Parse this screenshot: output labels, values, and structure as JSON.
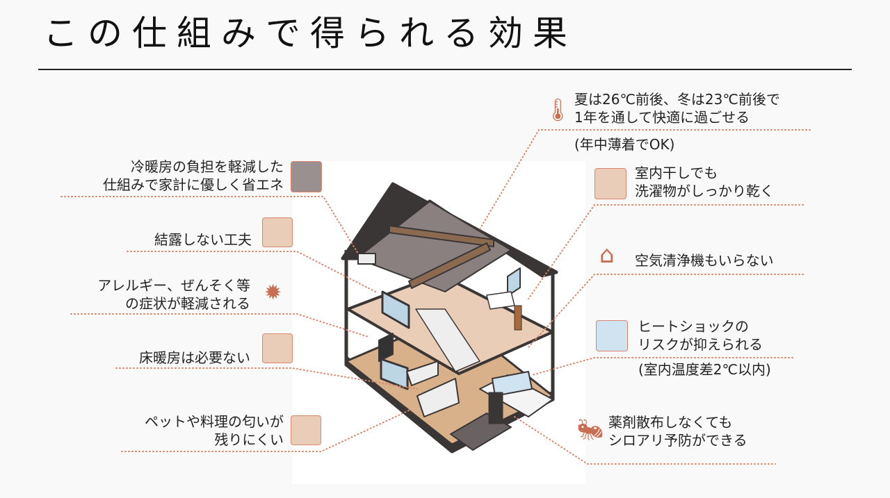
{
  "title": "この仕組みで得られる効果",
  "left": [
    {
      "lines": [
        "冷暖房の負担を軽減した",
        "仕組みで家計に優しく省エネ"
      ],
      "icon": "air-conditioner-icon"
    },
    {
      "lines": [
        "結露しない工夫"
      ],
      "icon": "window-icon"
    },
    {
      "lines": [
        "アレルギー、ぜんそく等",
        "の症状が軽減される"
      ],
      "icon": "virus-icon"
    },
    {
      "lines": [
        "床暖房は必要ない"
      ],
      "icon": "floor-room-icon"
    },
    {
      "lines": [
        "ペットや料理の匂いが",
        "残りにくい"
      ],
      "icon": "kitchen-icon"
    }
  ],
  "right": [
    {
      "lines": [
        "夏は26℃前後、冬は23℃前後で",
        "1年を通して快適に過ごせる"
      ],
      "note": "(年中薄着でOK)",
      "icon": "thermometer-icon"
    },
    {
      "lines": [
        "室内干しでも",
        "洗濯物がしっかり乾く"
      ],
      "icon": "laundry-icon"
    },
    {
      "lines": [
        "空気清浄機もいらない"
      ],
      "icon": "house-air-icon"
    },
    {
      "lines": [
        "ヒートショックの",
        "リスクが抑えられる"
      ],
      "note": "(室内温度差2℃以内)",
      "icon": "bathroom-icon"
    },
    {
      "lines": [
        "薬剤散布しなくても",
        "シロアリ予防ができる"
      ],
      "icon": "ant-icon"
    }
  ],
  "colors": {
    "accent": "#d9866a",
    "line": "#222222"
  }
}
